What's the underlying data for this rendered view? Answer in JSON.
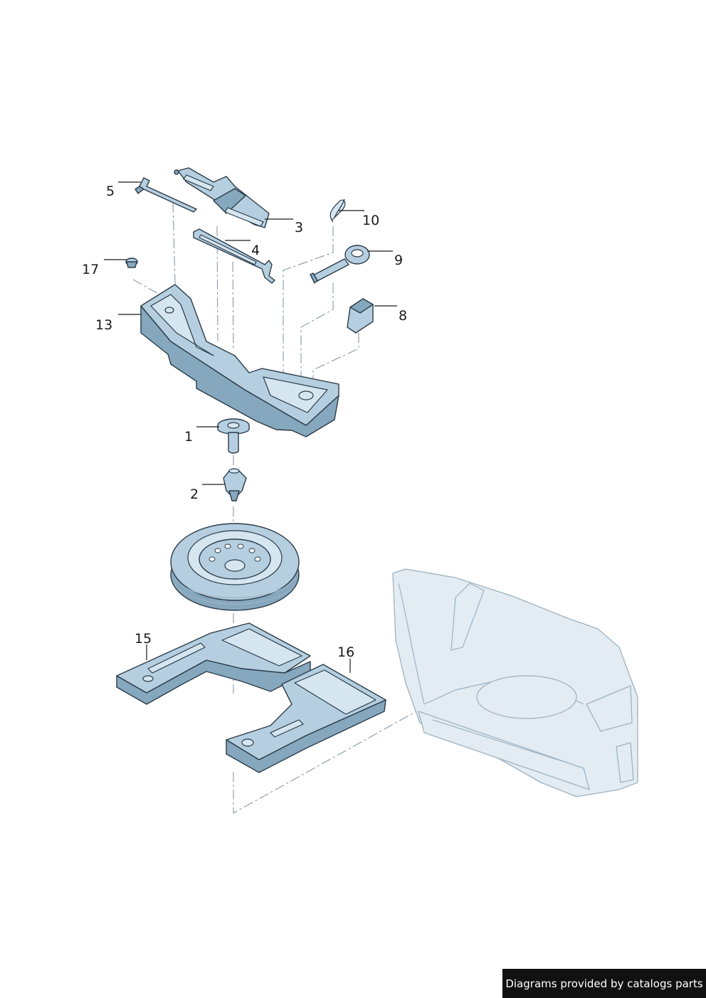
{
  "callouts": {
    "c1": "1",
    "c2": "2",
    "c3": "3",
    "c4": "4",
    "c5": "5",
    "c8": "8",
    "c9": "9",
    "c10": "10",
    "c13": "13",
    "c15": "15",
    "c16": "16",
    "c17": "17"
  },
  "footer": {
    "text": "Diagrams provided by catalogs parts"
  },
  "colors": {
    "part_fill": "#b5cfe0",
    "part_stroke": "#2b3b48",
    "car_fill": "#e3ecf2",
    "footer_bg": "#111111"
  }
}
